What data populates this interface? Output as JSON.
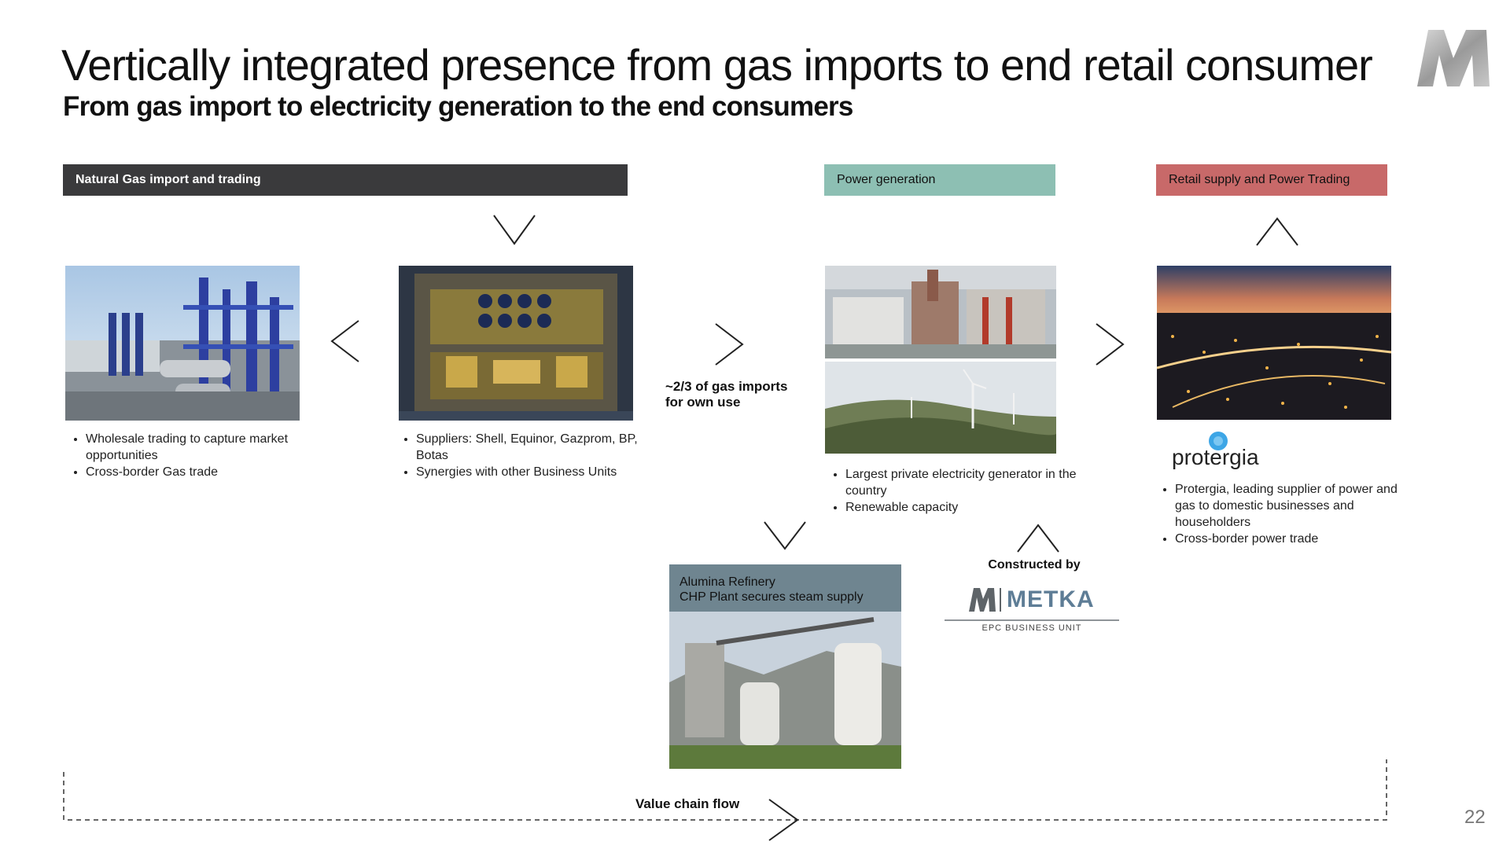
{
  "header": {
    "title": "Vertically integrated presence from gas imports to end retail consumer",
    "subtitle": "From gas import to electricity generation to the end consumers"
  },
  "logo": {
    "name": "mytilineos-m-logo"
  },
  "sections": {
    "gas": {
      "header": "Natural Gas import and trading",
      "trading_bullets": [
        "Wholesale trading to capture market opportunities",
        "Cross-border Gas trade"
      ],
      "supplier_bullets": [
        "Suppliers:  Shell, Equinor, Gazprom, BP, Botas",
        "Synergies with other Business Units"
      ]
    },
    "own_use_note": "~2/3 of gas imports for own use",
    "power": {
      "header": "Power generation",
      "bullets": [
        "Largest private electricity generator in the country",
        "Renewable capacity"
      ]
    },
    "retail": {
      "header": "Retail supply and Power Trading",
      "brand": "protergia",
      "bullets": [
        "Protergia, leading supplier of power and gas to domestic businesses and householders",
        "Cross-border power trade"
      ]
    },
    "alumina": {
      "line1": "Alumina Refinery",
      "line2": "CHP Plant secures steam supply"
    },
    "metka": {
      "constructed_by": "Constructed by",
      "brand": "METKA",
      "unit": "EPC BUSINESS UNIT"
    }
  },
  "footer": {
    "value_chain_label": "Value chain flow",
    "page_number": "22"
  },
  "colors": {
    "gas_header": "#3a3a3c",
    "power_header": "#8dbfb3",
    "retail_header": "#c86969",
    "alumina_header": "#6f8590"
  }
}
